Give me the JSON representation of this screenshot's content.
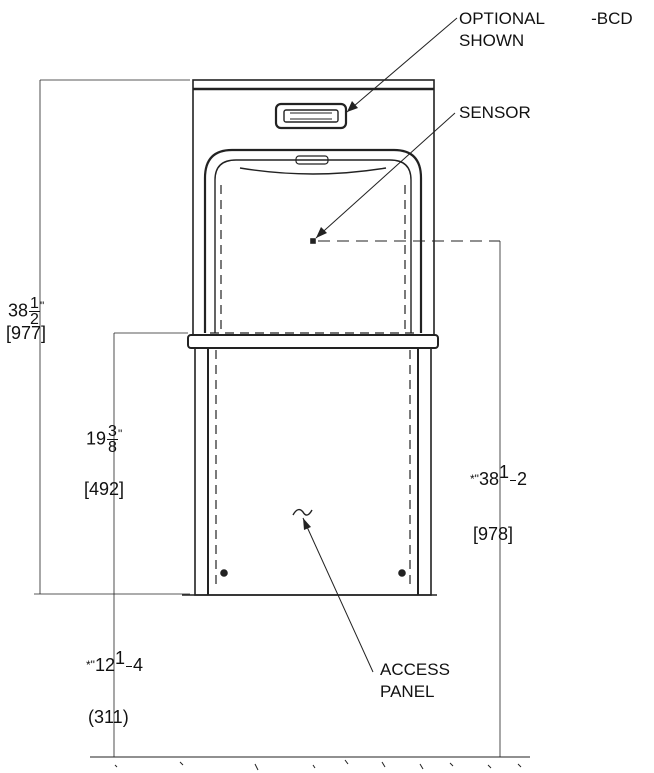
{
  "callouts": {
    "optional_line1": "OPTIONAL",
    "optional_suffix": "-BCD",
    "optional_line2": "SHOWN",
    "sensor": "SENSOR",
    "access_line1": "ACCESS",
    "access_line2": "PANEL"
  },
  "dimensions": {
    "overall_height": {
      "whole": "38",
      "num": "1",
      "den": "2",
      "mark": "\"",
      "metric": "[977]"
    },
    "basin_height": {
      "whole": "19",
      "num": "3",
      "den": "8",
      "mark": "\"",
      "metric": "[492]"
    },
    "sensor_height": {
      "prefix": "*",
      "mark": "\"",
      "whole": "38",
      "num": "1",
      "den": "2",
      "metric": "[978]"
    },
    "floor_height": {
      "prefix": "*",
      "mark": "\"",
      "whole": "12",
      "num": "1",
      "den": "4",
      "metric": "(311)"
    }
  },
  "colors": {
    "line": "#222222",
    "background": "#ffffff"
  }
}
